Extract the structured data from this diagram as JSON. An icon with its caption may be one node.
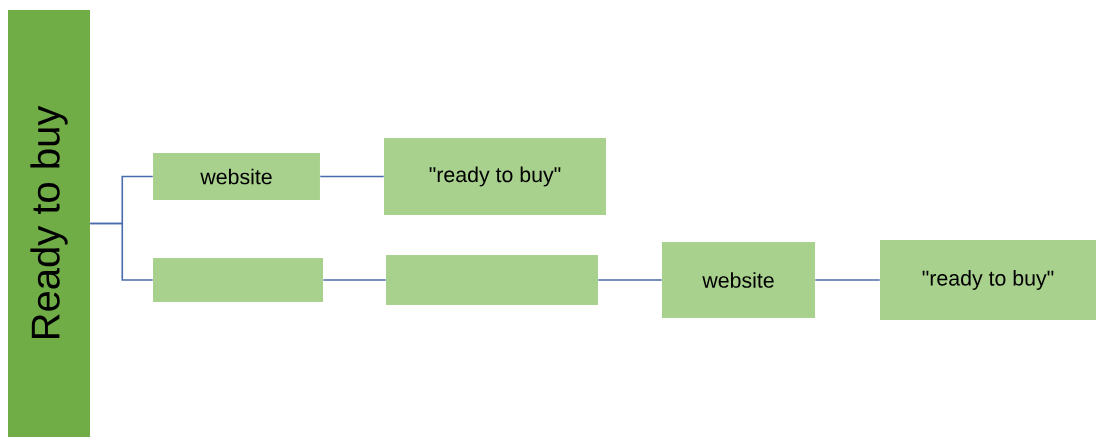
{
  "diagram": {
    "nodes": [
      {
        "text": [
          "Ready to buy"
        ]
      },
      {
        "text": [
          "website"
        ]
      },
      {
        "text": [
          "\"ready to buy\""
        ]
      },
      {
        "text": [],
        "shape": "box"
      },
      {
        "text": [],
        "shape": "box"
      },
      {
        "text": [
          "website"
        ]
      },
      {
        "text": [
          "\"ready to buy\""
        ]
      }
    ],
    "edges": [
      {
        "from": 0,
        "to": 1,
        "arrow": "none"
      },
      {
        "from": 0,
        "to": 3,
        "arrow": "none"
      },
      {
        "from": 1,
        "to": 2,
        "arrow": "none"
      },
      {
        "from": 3,
        "to": 4,
        "arrow": "none"
      },
      {
        "from": 4,
        "to": 5,
        "arrow": "none"
      },
      {
        "from": 5,
        "to": 6,
        "arrow": "none"
      }
    ]
  }
}
